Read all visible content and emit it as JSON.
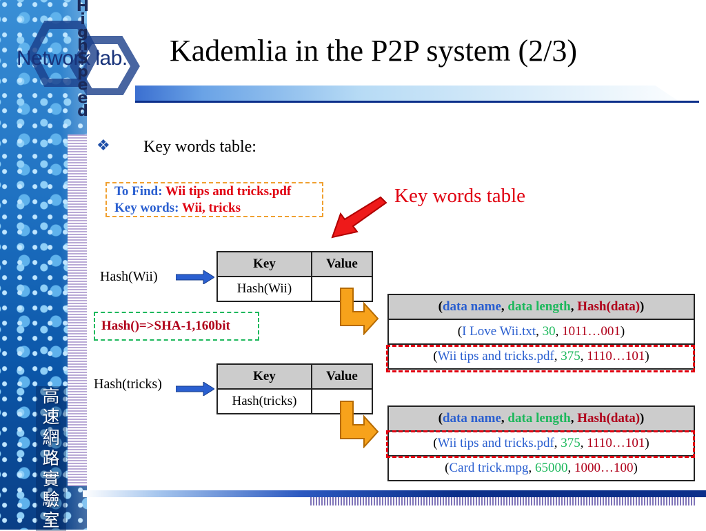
{
  "header": {
    "title": "Kademlia in the P2P system (2/3)",
    "logo_text": "Network lab.",
    "vertical_text": [
      "H",
      "i",
      "g",
      "h",
      "S",
      "p",
      "e",
      "e",
      "d"
    ],
    "cn_label": [
      "高",
      "速",
      "網",
      "路",
      "實",
      "驗",
      "室"
    ]
  },
  "bullet": {
    "icon": "diamond-bullet-icon",
    "text": "Key words table:"
  },
  "find_box": {
    "find_label": "To Find:",
    "find_value": "Wii tips and tricks.pdf",
    "kw_label": "Key words:",
    "kw_value": "Wii, tricks"
  },
  "callout": "Key words table",
  "sha_note": "Hash()=>SHA-1,160bit",
  "wii": {
    "input_label": "Hash(Wii)",
    "table": {
      "key_header": "Key",
      "value_header": "Value",
      "key": "Hash(Wii)",
      "value": ""
    },
    "data_header": {
      "name": "data name",
      "length": "data length",
      "hash": "Hash(data)"
    },
    "rows": [
      {
        "name": "I Love Wii.txt",
        "length": "30",
        "hash": "1011…001",
        "highlight": false
      },
      {
        "name": "Wii tips and tricks.pdf",
        "length": "375",
        "hash": "1110…101",
        "highlight": true
      }
    ]
  },
  "tricks": {
    "input_label": "Hash(tricks)",
    "table": {
      "key_header": "Key",
      "value_header": "Value",
      "key": "Hash(tricks)",
      "value": ""
    },
    "data_header": {
      "name": "data name",
      "length": "data length",
      "hash": "Hash(data)"
    },
    "rows": [
      {
        "name": "Wii tips and tricks.pdf",
        "length": "375",
        "hash": "1110…101",
        "highlight": true
      },
      {
        "name": "Card trick.mpg",
        "length": "65000",
        "hash": "1000…100",
        "highlight": false
      }
    ]
  },
  "colors": {
    "blue": "#2a5fd0",
    "red": "#e00010",
    "green": "#1db85c",
    "dark_red": "#b0001a",
    "arrow_blue": "#2a5fd0",
    "arrow_orange": "#f7a21b"
  }
}
